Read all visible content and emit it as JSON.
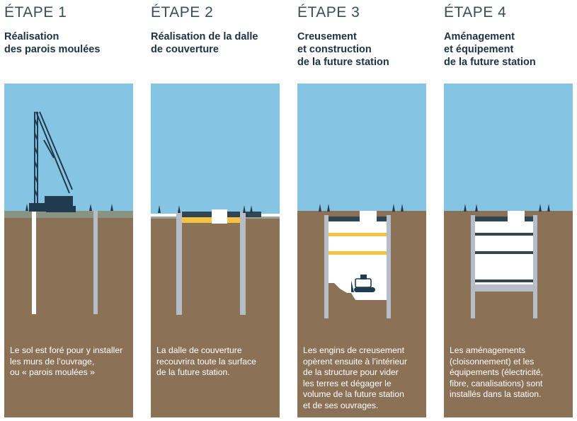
{
  "stages": [
    {
      "title": "ÉTAPE 1",
      "subtitle": "Réalisation\ndes parois moulées",
      "description": "Le sol est foré pour y installer\nles murs de l’ouvrage,\nou « parois moulées »"
    },
    {
      "title": "ÉTAPE 2",
      "subtitle": "Réalisation de la dalle\nde couverture",
      "description": "La dalle de couverture\nrecouvrira toute la surface\nde la future station."
    },
    {
      "title": "ÉTAPE 3",
      "subtitle": "Creusement\net construction\nde la future station",
      "description": "Les engins de creusement\nopèrent ensuite à l’intérieur\nde la structure pour vider\nles terres et dégager le\nvolume de la future station\net de ses ouvrages."
    },
    {
      "title": "ÉTAPE 4",
      "subtitle": "Aménagement\net équipement\nde la future station",
      "description": "Les aménagements\n(cloisonnement) et les\néquipements (électricité,\nfibre, canalisations) sont\ninstallés dans la station."
    }
  ],
  "colors": {
    "sky": "#86c4e4",
    "soil": "#8b7257",
    "wall": "#b5bec8",
    "slab": "#2f4553",
    "yellow": "#f5c242",
    "white": "#ffffff",
    "crane": "#1f3b4d"
  },
  "icons": [
    "crawler-crane-icon",
    "bulldozer-icon",
    "bollard-icon"
  ]
}
